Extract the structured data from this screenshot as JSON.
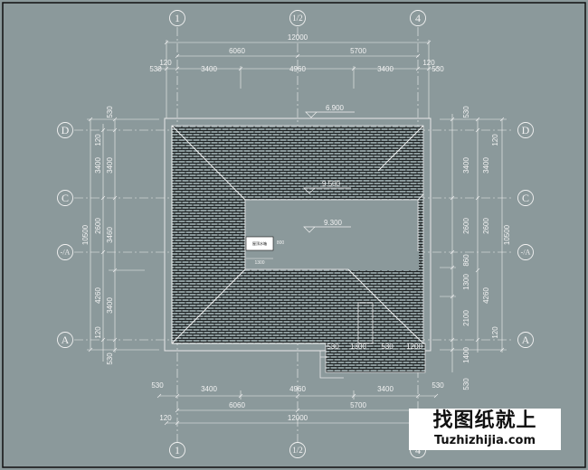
{
  "axes": {
    "col_1": "1",
    "col_half": "1/2",
    "col_4": "4",
    "row_D": "D",
    "row_C": "C",
    "row_sub": "-/A",
    "row_A": "A"
  },
  "dims_top": {
    "total": "12000",
    "seg_left": "6060",
    "seg_right": "5700",
    "edge_l": "120",
    "edge_r": "120",
    "over_l": "530",
    "over_r": "530",
    "a": "3400",
    "b": "4960",
    "c": "3400"
  },
  "dims_bottom": {
    "over_l": "530",
    "a": "3400",
    "b": "4960",
    "c": "3400",
    "over_r": "530",
    "seg_left": "6060",
    "seg_right": "5700",
    "edge_l": "120",
    "total": "12000",
    "edge_r": "120"
  },
  "dims_left": {
    "top_over": "530",
    "d1": "120",
    "d2": "3400",
    "d3": "3400",
    "d4": "2600",
    "d5": "3460",
    "d6": "4260",
    "d7": "3400",
    "d8": "120",
    "total": "10500",
    "bottom_over": "530"
  },
  "dims_right": {
    "top_over": "530",
    "r1": "120",
    "r2": "3400",
    "r3": "3400",
    "r4": "2600",
    "r5": "2600",
    "r6": "860",
    "r7": "1300",
    "r8": "4260",
    "r9": "2100",
    "r10": "120",
    "r11": "1400",
    "total": "10500",
    "bottom_over": "530"
  },
  "elevations": {
    "eave": "6.900",
    "ridge": "9.500",
    "flat": "9.300"
  },
  "tank": {
    "label": "屋顶水箱",
    "size": "1300",
    "side": "800"
  },
  "small_dims": {
    "a": "530",
    "b": "1300",
    "c": "530",
    "d": "1200"
  },
  "watermark": {
    "title": "找图纸就上",
    "url": "Tuzhizhijia.com"
  }
}
